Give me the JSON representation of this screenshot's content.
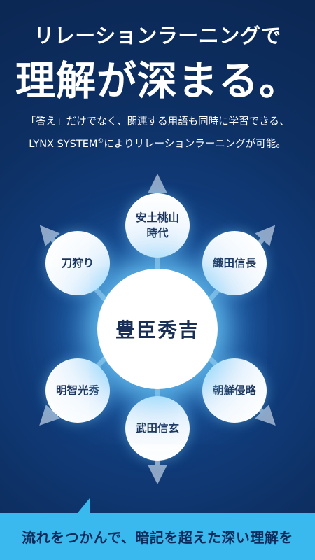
{
  "header": {
    "line1": "リレーションラーニングで",
    "line2": "理解が深まる。"
  },
  "subtitle": {
    "line1": "「答え」だけでなく、関連する用語も同時に学習できる、",
    "line2_prefix": "LYNX SYSTEM",
    "line2_mark": "©",
    "line2_suffix": "によりリレーションラーニングが可能。"
  },
  "diagram": {
    "center": "豊臣秀吉",
    "nodes": {
      "top": "安土桃山\n時代",
      "upper_right": "織田信長",
      "lower_right": "朝鮮侵略",
      "bottom": "武田信玄",
      "lower_left": "明智光秀",
      "upper_left": "刀狩り"
    }
  },
  "banner": {
    "text": "流れをつかんで、暗記を超えた深い理解を"
  },
  "colors": {
    "background": "#0c2b5a",
    "banner": "#39b9ee",
    "arrow": "#8fa6c6",
    "node_text": "#1a2f55"
  }
}
